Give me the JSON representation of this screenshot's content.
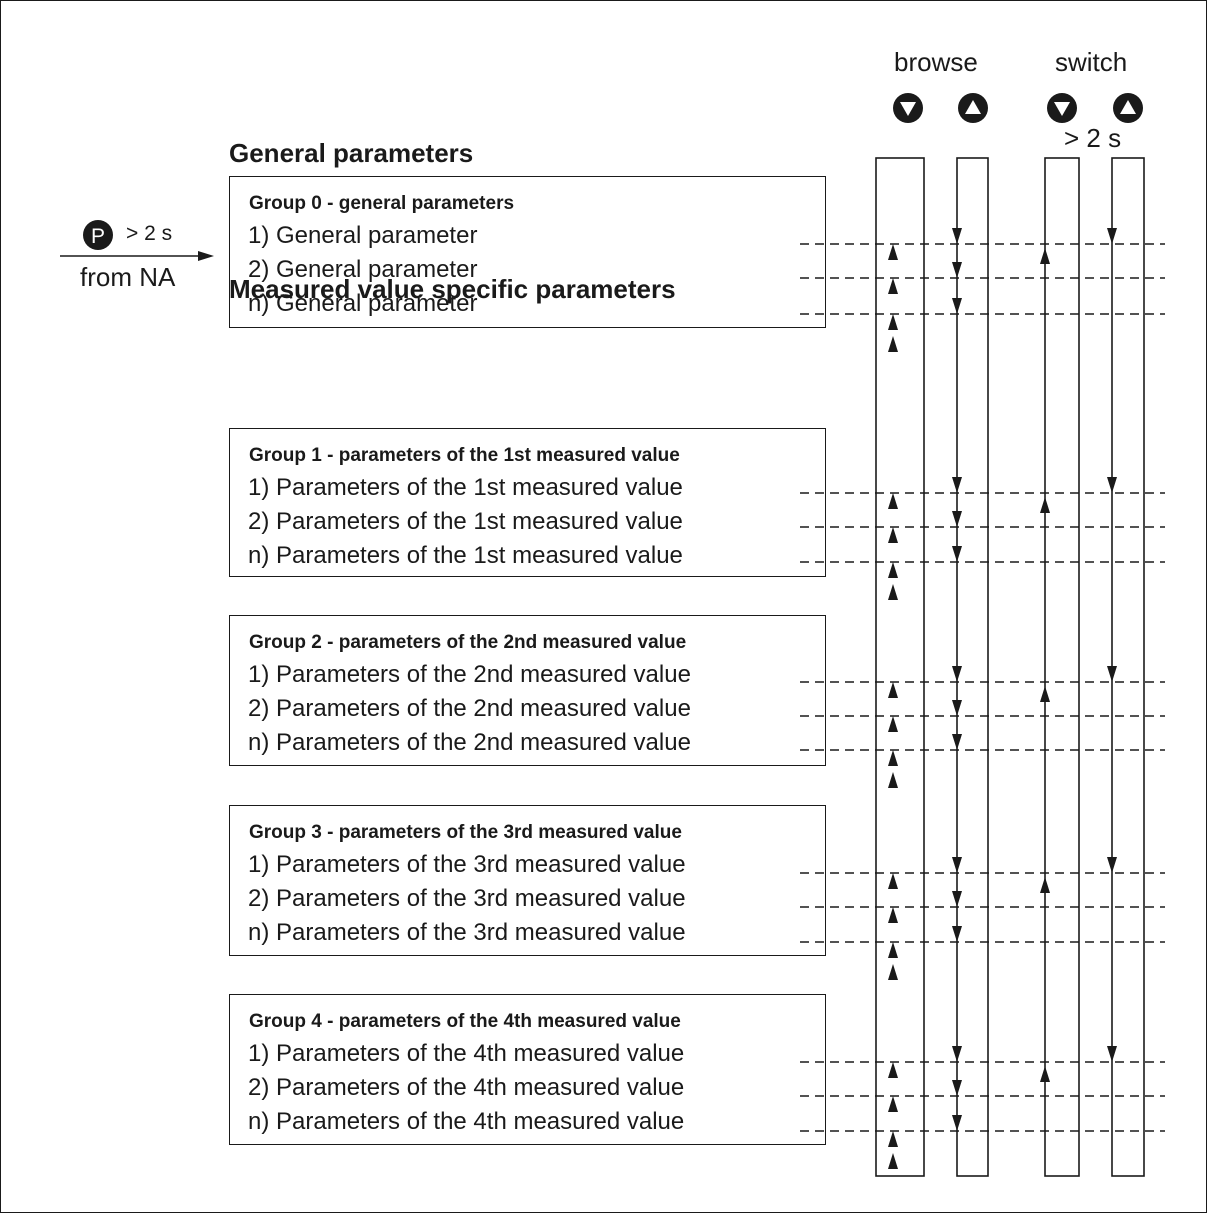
{
  "header": {
    "browse_label": "browse",
    "switch_label": "switch",
    "hold_label": "> 2 s"
  },
  "entry": {
    "key_glyph": "P",
    "hold_label": "> 2 s",
    "from_label": "from NA"
  },
  "sections": {
    "general_title": "General parameters",
    "measured_title": "Measured value specific parameters"
  },
  "groups": [
    {
      "title": "Group 0 - general parameters",
      "items": [
        "1) General parameter",
        "2) General parameter",
        "n) General parameter"
      ]
    },
    {
      "title": "Group 1 - parameters of the 1st measured value",
      "items": [
        "1) Parameters of the 1st measured value",
        "2) Parameters of the 1st measured value",
        "n) Parameters of the 1st measured value"
      ]
    },
    {
      "title": "Group 2 - parameters of the 2nd measured value",
      "items": [
        "1) Parameters of the 2nd measured value",
        "2) Parameters of the 2nd measured value",
        "n) Parameters of the 2nd measured value"
      ]
    },
    {
      "title": "Group 3 - parameters of the 3rd measured value",
      "items": [
        "1) Parameters of the 3rd measured value",
        "2) Parameters of the 3rd measured value",
        "n) Parameters of the 3rd measured value"
      ]
    },
    {
      "title": "Group 4 - parameters of the 4th measured value",
      "items": [
        "1) Parameters of the 4th measured value",
        "2) Parameters of the 4th measured value",
        "n) Parameters of the 4th measured value"
      ]
    }
  ],
  "buttons": {
    "browse_down": "down-arrow-icon",
    "browse_up": "up-arrow-icon",
    "switch_down": "down-arrow-icon",
    "switch_up": "up-arrow-icon"
  },
  "colors": {
    "ink": "#1a1a1a"
  }
}
